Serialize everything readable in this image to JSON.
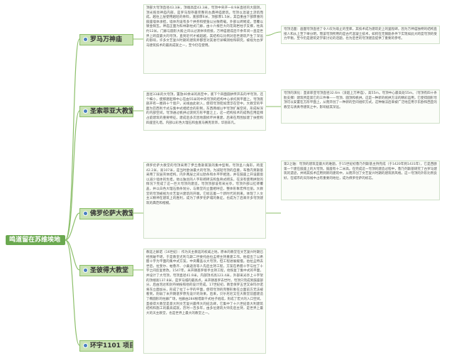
{
  "colors": {
    "root_fill": "#6aa84f",
    "root_text": "#ffffff",
    "topic_fill": "#c9e2b3",
    "topic_border": "#8cbf6a",
    "link": "#8cbf6a",
    "icon": "#4a7fc0"
  },
  "root": {
    "label": "鸣道留在苏维埃地"
  },
  "topics": [
    {
      "label": "罗马万神庙",
      "icon": "circle-icon",
      "notes": [
        "顶部大穹顶直径43.3米，顶端高度43.3米，穹顶中央开一8.9米直径的大圆洞，顶光照亮神庙内部，是罗马现存最完整的古典神庙建筑。穹顶以混凝土浇筑而成，越往上层使用越轻的骨料，底部厚6米，顶部厚1.5米，其自重由下部厚重的鼓座墙体承担，墙体内设有多个拱券和壁龛以分散荷载。外部以砖砌成，曾覆以镀金铜瓦。神庙正面为科林斯柱式门廊，由十六根巨大的花岗岩柱子支撑，柱高约12米。门廊与圆形大殿之间以过渡体块衔接。万神庙建成后千余年间一直是世界上跨度最大的穹顶，直到近代才被超越，其结构与比例对后世建筑产生了深远的影响，许多文艺复兴时期的建筑师都曾对其进行详细测绘和研究，被视为古罗马建筑技术的最高成就之一，至今仍在使用。",
        "穹顶沿面：画面穹顶直径了令人叹为观止的宝库，其技术成为建筑史上的里程碑。因为万神庙独特的结构直接人和从上至下举分明，而该穹顶所用的是古代混凝土技术，如何在无钢筋条件下实现如此大跨度穹顶的受力平衡，至今仍是建筑史学家讨论的话题，也为后世的穹顶建造提供了重要的参考。"
      ]
    },
    {
      "label": "圣索菲亚大教堂",
      "icon": "circle-icon",
      "notes": [
        "直径33米的大穹顶，置放40余米的高空中，底下个四面圆拱传开去的半穹顶，还个细小，使那建起拜中心在由55米的中央穹顶的结构中心承托到平面上。穹顶底部开有一圈四十个窗户，光线由此射入，使得穹顶宛如漂浮在空中。大教堂的平面为巴西利卡式与集中式相结合的形制，东西两端以半穹顶扩展空间，形成纵深的内部空间。穹顶通过帆拱过渡到方形平面之上，这一结构技术的成熟应用是拜占庭建筑的重要特征。建成后多次因地震损坏并重建，后来在周围加建了扶壁和四座宣礼塔。内部以彩色大理石和金底马赛克装饰，华丽非凡。",
        "穹顶的演化：圣索菲亚穹顶直径32.6m（没超上万神庙），高55m。穹顶中心最高处55m。（穹顶有四十条肋支撑）建筑所是第它的三件事——穹顶、圆顶和帆拱。这是一种新的帆拱方法的精彩运用，它使得圆形穹顶可以安置在方形平面上，从而开创了一种新的空间组织方式。这种做法后来被广泛地应用于东欧和西亚的教堂与清真寺建筑之中，影响极其深远。"
      ]
    },
    {
      "label": "佛罗伦萨大教堂",
      "icon": "circle-icon",
      "notes": [
        "佛罗伦萨大教堂的穹顶采用了伊丘鲁斯家族的集中型制。穹顶呈八角形，跨度42.2米，高107米，是当时欧洲最大的穹顶。为减轻穹顶的自重，布鲁内莱斯基采用了双层壳体结构，内外两层之间以肋条和水平环相连，并在鼓座上开设圆窗以减少墙体的负担。他以独创的人字形砌砖法和鱼骨式砌法，在没有使用拱架的情况下完成了这一巨大穹顶的建造。穹顶顶部设有采光亭，穹顶外部以红砖覆盖，并以白色大理石肋条划分，与教堂的立面相呼应，整体形象宏伟壮丽。大教堂的穹顶被视为文艺复兴建筑的开端，它标志着一个新时代的到来，体现了人文主义精神在建筑上的胜利，成为了佛罗伦萨城的象征，也成为了后来许多穹顶建筑的典范和楷模。",
        "第2之轴：穹顶的建筑是最大的难题。于15世纪初鲁乃列斯基主持完成（于1420年到1431年），它是西欧第一个建在鼓座上的大穹顶。鼓座有十二米高。在完成这一穹顶的建造过程中，鲁乃列斯基研究了古罗马建筑的遗迹，并将其技术应用到新的建筑中，从而开创了文艺复兴时期的建筑新风格。这一穹顶的外形比例良好，在城市的天际线中占有重要的地位，成为佛罗伦萨的标志。"
      ]
    },
    {
      "label": "圣彼得大教堂",
      "icon": "circle-icon",
      "notes": [
        "教廷之解诺（16世纪）：作为天主教廷的权威之地，原本的教堂在文艺复兴时期已经残破不堪，于是教皇尤利乌斯二世委托伯拉孟特主持重建工作。他提出了以希腊十字为平面的集中式方案，中央覆盖以大穹顶，但工程进展缓慢。伯拉孟特去世后，拉斐尔、帕鲁齐、小桑迦洛等人先后主持工程，方案在希腊十字与拉丁十字之间反复更改。1547年，米开朗基罗接手主持工程，他恢复了集中式的平面，并设计了大穹顶，穹顶直径41.9米，内部顶点高123.4米，外部采光亭上十字架的顶端高137.8米，是罗马城的最高点。米开朗基罗去世时，穹顶只完成到鼓座部分，后由泡达和封丹纳按照他的设计完成。17世纪初，教皇保罗五世又命玛尔诺将东立面加长，形成了拉丁十字的平面，使得穹顶的完整形象在立面前方无法被看到，削弱了米开朗基罗原先设计的效果。后来，贝尔尼尼又在大教堂前面建造了椭圆形的柱廊广场，柱廊由284根塔斯干式柱子组成，形成了宏大的入口空间。圣彼得大教堂是意大利文艺复兴最伟大的纪念碑，它集中了十六世纪意大利建筑结构和施工的最高成就，历时一百多年，由多位建筑大师先后主持，是世界上最大的天主教堂，也是世界上最大的教堂之一。"
      ]
    },
    {
      "label": "环宇1101 项目",
      "icon": "circle-icon",
      "notes": []
    }
  ]
}
